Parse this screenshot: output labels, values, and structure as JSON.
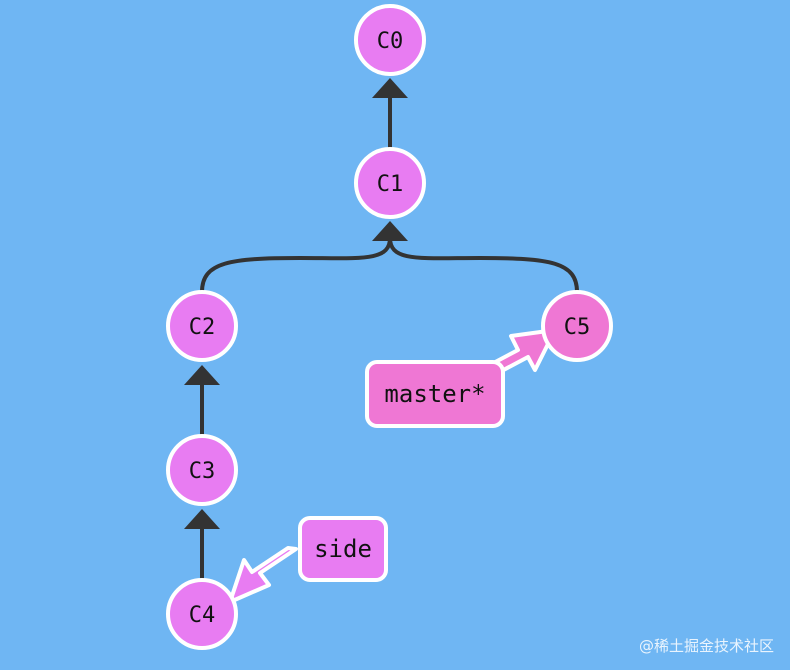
{
  "colors": {
    "background": "#6fb6f3",
    "commit_fill": "#e87cf2",
    "head_commit_fill": "#ef77d4",
    "edge": "#333333",
    "outline": "#ffffff"
  },
  "commits": [
    {
      "id": "C0",
      "label": "C0"
    },
    {
      "id": "C1",
      "label": "C1"
    },
    {
      "id": "C2",
      "label": "C2"
    },
    {
      "id": "C3",
      "label": "C3"
    },
    {
      "id": "C4",
      "label": "C4"
    },
    {
      "id": "C5",
      "label": "C5"
    }
  ],
  "edges": [
    {
      "from": "C1",
      "to": "C0"
    },
    {
      "from": "C2",
      "to": "C1"
    },
    {
      "from": "C5",
      "to": "C1"
    },
    {
      "from": "C3",
      "to": "C2"
    },
    {
      "from": "C4",
      "to": "C3"
    }
  ],
  "branches": {
    "master": {
      "label": "master*",
      "target": "C5",
      "checked_out": true
    },
    "side": {
      "label": "side",
      "target": "C4",
      "checked_out": false
    }
  },
  "watermark": "@稀土掘金技术社区"
}
